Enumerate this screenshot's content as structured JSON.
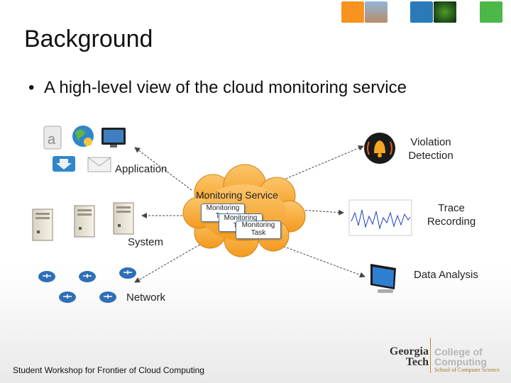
{
  "slide": {
    "title": "Background",
    "bullet": "A high-level view of the cloud monitoring service",
    "footer": "Student Workshop for Frontier of Cloud Computing"
  },
  "diagram": {
    "center": "Monitoring Service",
    "tasks": [
      "Monitoring Task",
      "Monitoring Task",
      "Monitoring Task"
    ],
    "left_labels": [
      "Application",
      "System",
      "Network"
    ],
    "right_labels": [
      "Violation Detection",
      "Trace Recording",
      "Data Analysis"
    ]
  },
  "logo": {
    "line1": "Georgia",
    "line2": "Tech",
    "college1": "College of",
    "college2": "Computing",
    "school": "School of Computer Science"
  },
  "colors": {
    "accent_orange": "#f7931e",
    "accent_blue": "#2a7ab8",
    "accent_green": "#4cb848",
    "cloud": "#f9b043"
  }
}
